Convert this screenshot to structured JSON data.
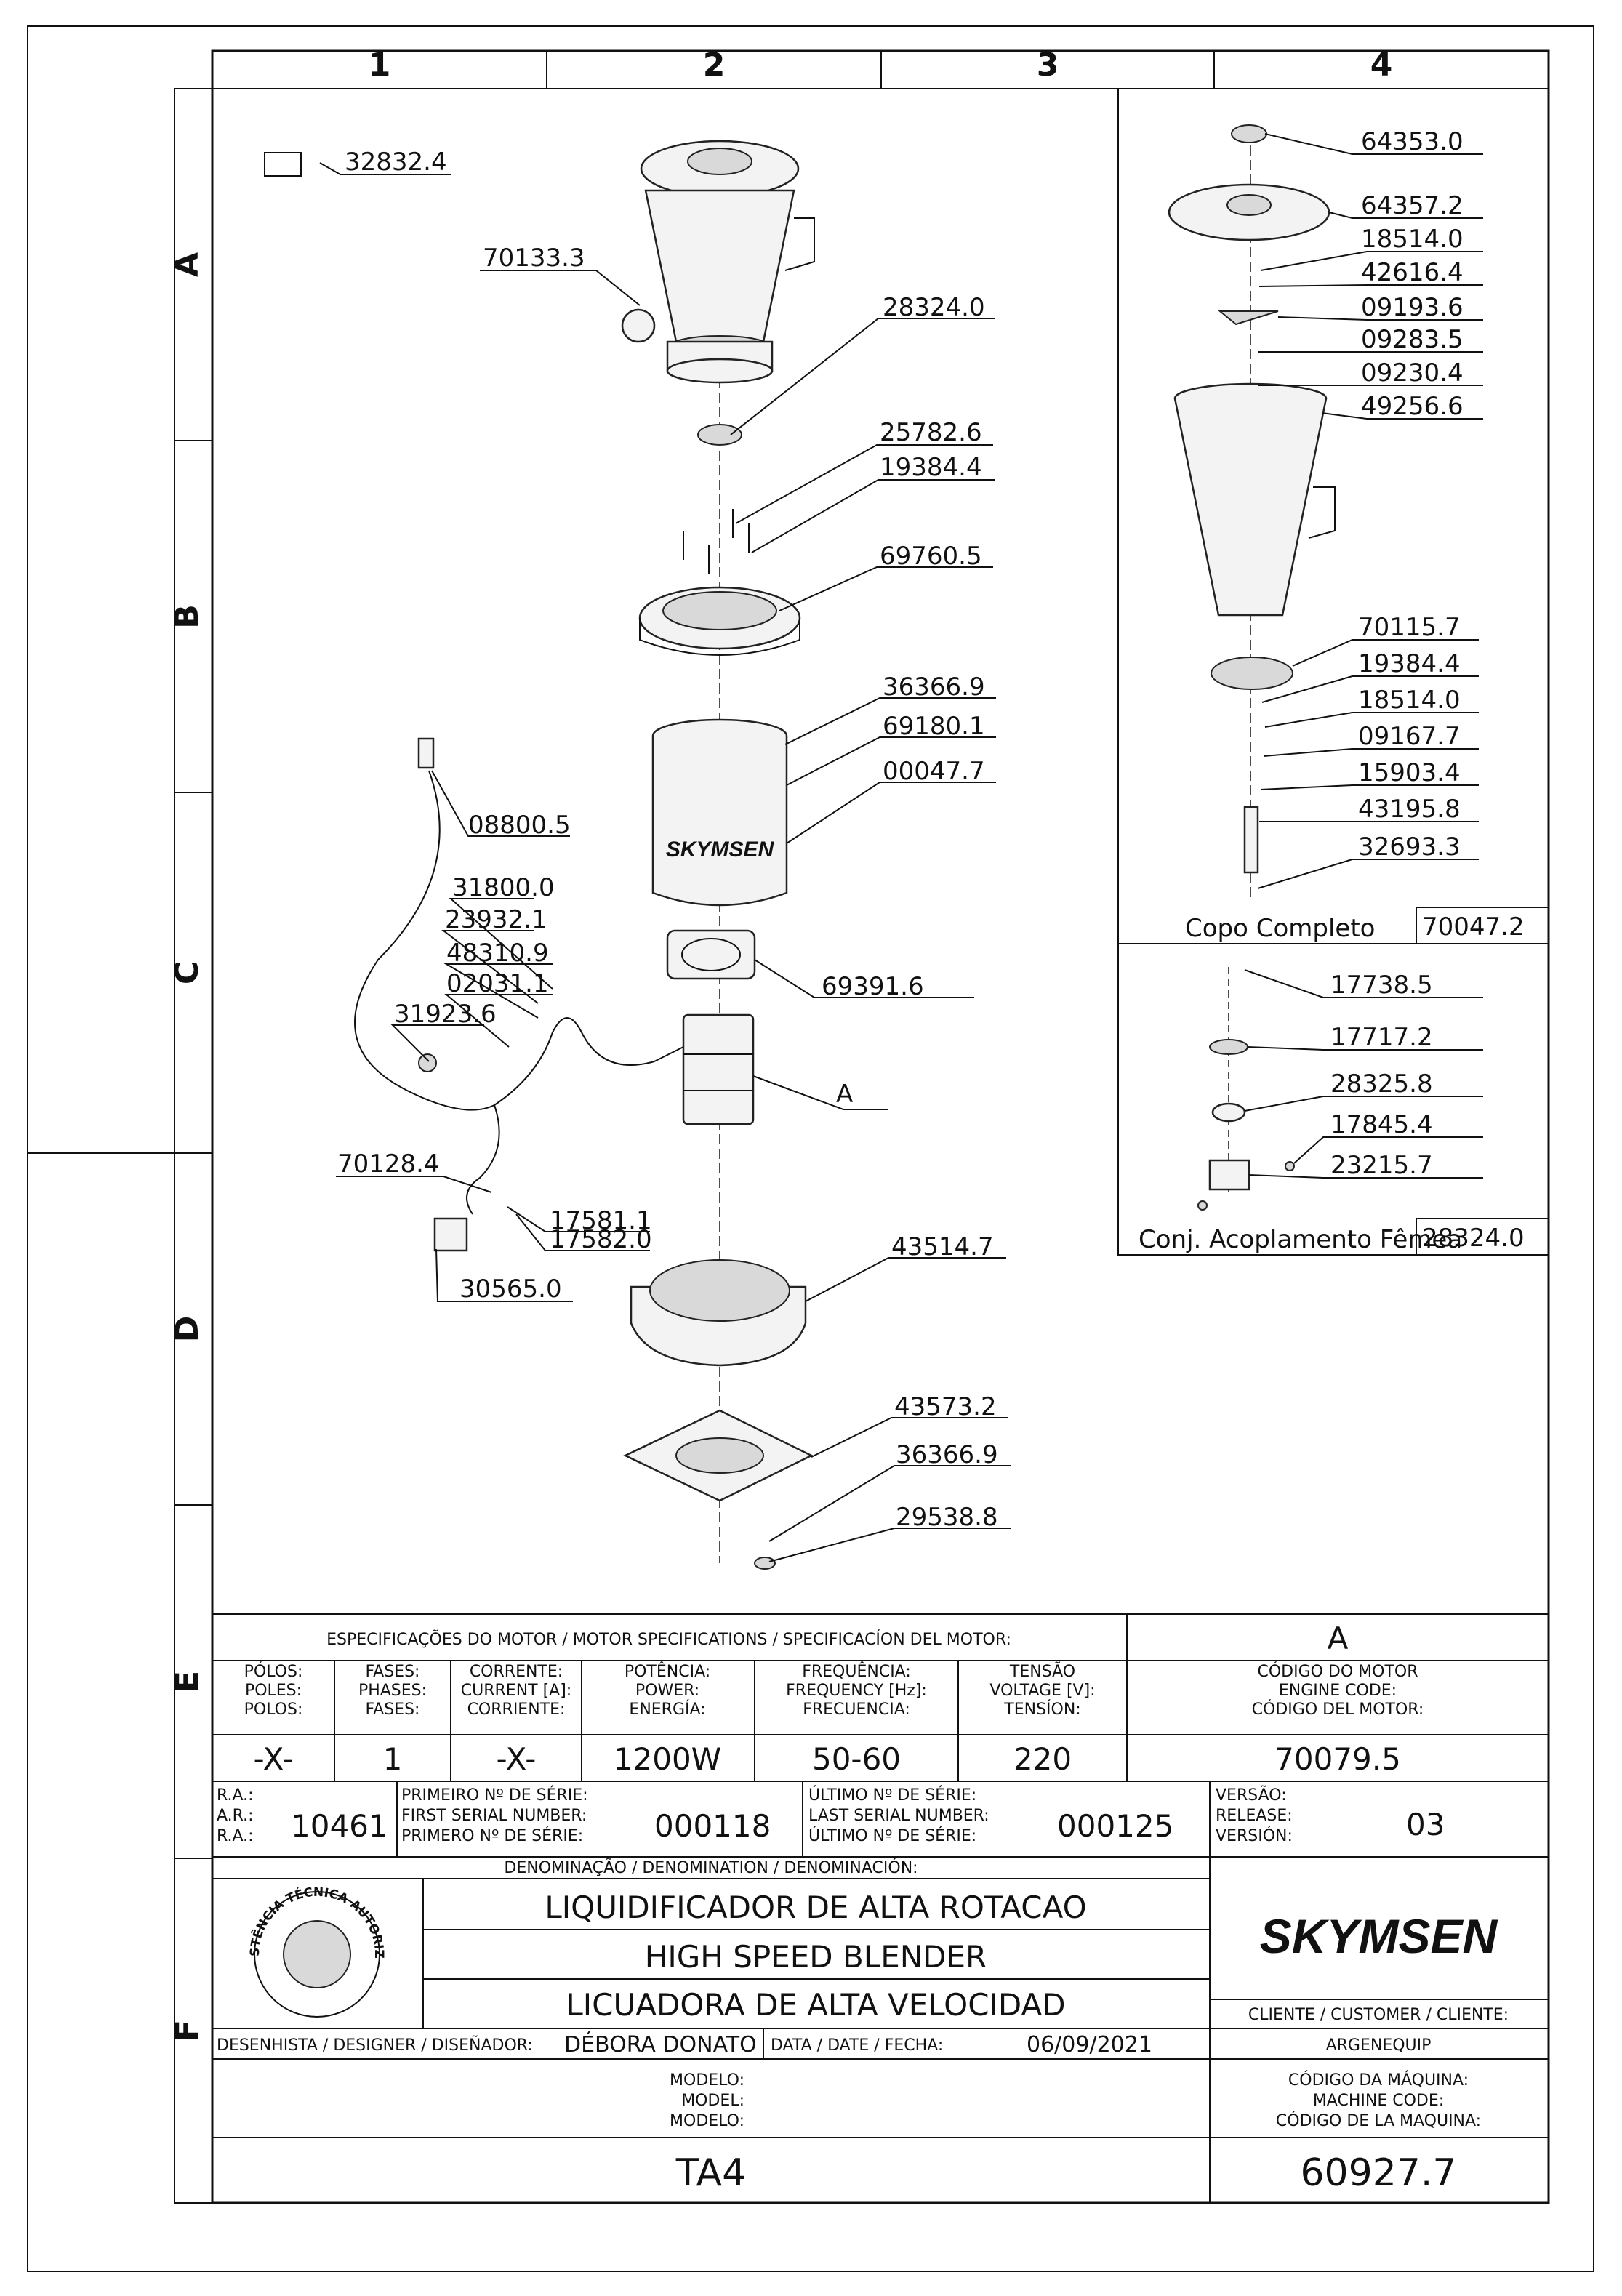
{
  "grid": {
    "columns": [
      "1",
      "2",
      "3",
      "4"
    ],
    "rows": [
      "A",
      "B",
      "C",
      "D",
      "E",
      "F"
    ]
  },
  "main_parts": [
    {
      "code": "32832.4"
    },
    {
      "code": "70133.3"
    },
    {
      "code": "28324.0"
    },
    {
      "code": "25782.6"
    },
    {
      "code": "19384.4"
    },
    {
      "code": "69760.5"
    },
    {
      "code": "36366.9"
    },
    {
      "code": "69180.1"
    },
    {
      "code": "00047.7"
    },
    {
      "code": "08800.5"
    },
    {
      "code": "31800.0"
    },
    {
      "code": "23932.1"
    },
    {
      "code": "48310.9"
    },
    {
      "code": "02031.1"
    },
    {
      "code": "31923.6"
    },
    {
      "code": "69391.6"
    },
    {
      "code": "A"
    },
    {
      "code": "70128.4"
    },
    {
      "code": "17581.1"
    },
    {
      "code": "17582.0"
    },
    {
      "code": "30565.0"
    },
    {
      "code": "43514.7"
    },
    {
      "code": "43573.2"
    },
    {
      "code": "36366.9"
    },
    {
      "code": "29538.8"
    }
  ],
  "copo_parts": [
    {
      "code": "64353.0"
    },
    {
      "code": "64357.2"
    },
    {
      "code": "18514.0"
    },
    {
      "code": "42616.4"
    },
    {
      "code": "09193.6"
    },
    {
      "code": "09283.5"
    },
    {
      "code": "09230.4"
    },
    {
      "code": "49256.6"
    },
    {
      "code": "70115.7"
    },
    {
      "code": "19384.4"
    },
    {
      "code": "18514.0"
    },
    {
      "code": "09167.7"
    },
    {
      "code": "15903.4"
    },
    {
      "code": "43195.8"
    },
    {
      "code": "32693.3"
    }
  ],
  "copo_title": "Copo Completo",
  "copo_code": "70047.2",
  "acop_parts": [
    {
      "code": "17738.5"
    },
    {
      "code": "17717.2"
    },
    {
      "code": "28325.8"
    },
    {
      "code": "17845.4"
    },
    {
      "code": "23215.7"
    }
  ],
  "acop_title": "Conj. Acoplamento Fêmea",
  "acop_code": "28324.0",
  "motor_specs": {
    "title": "ESPECIFICAÇÕES DO MOTOR / MOTOR SPECIFICATIONS / SPECIFICACÍON DEL MOTOR:",
    "motor_letter": "A",
    "headers": [
      [
        "PÓLOS:",
        "POLES:",
        "POLOS:"
      ],
      [
        "FASES:",
        "PHASES:",
        "FASES:"
      ],
      [
        "CORRENTE:",
        "CURRENT [A]:",
        "CORRIENTE:"
      ],
      [
        "POTÊNCIA:",
        "POWER:",
        "ENERGÍA:"
      ],
      [
        "FREQUÊNCIA:",
        "FREQUENCY [Hz]:",
        "FRECUENCIA:"
      ],
      [
        "TENSÃO",
        "VOLTAGE [V]:",
        "TENSÍON:"
      ],
      [
        "CÓDIGO DO MOTOR",
        "ENGINE CODE:",
        "CÓDIGO DEL MOTOR:"
      ]
    ],
    "values": [
      "-X-",
      "1",
      "-X-",
      "1200W",
      "50-60",
      "220",
      "70079.5"
    ]
  },
  "serials": {
    "ra_labels": [
      "R.A.:",
      "A.R.:",
      "R.A.:"
    ],
    "ra_value": "10461",
    "first_labels": [
      "PRIMEIRO Nº DE SÉRIE:",
      "FIRST SERIAL NUMBER:",
      "PRIMERO Nº DE SÉRIE:"
    ],
    "first_value": "000118",
    "last_labels": [
      "ÚLTIMO Nº DE SÉRIE:",
      "LAST SERIAL NUMBER:",
      "ÚLTIMO Nº DE SÉRIE:"
    ],
    "last_value": "000125",
    "version_labels": [
      "VERSÃO:",
      "RELEASE:",
      "VERSIÓN:"
    ],
    "version_value": "03"
  },
  "denomination": {
    "label": "DENOMINAÇÃO / DENOMINATION / DENOMINACIÓN:",
    "pt": "LIQUIDIFICADOR DE ALTA ROTACAO",
    "en": "HIGH SPEED BLENDER",
    "es": "LICUADORA DE ALTA VELOCIDAD"
  },
  "seal_text": "ASSISTÊNCIA TÉCNICA AUTORIZADA",
  "brand": "SKYMSEN",
  "client_label": "CLIENTE / CUSTOMER / CLIENTE:",
  "client_value": "ARGENEQUIP",
  "designer_label": "DESENHISTA / DESIGNER / DISEÑADOR:",
  "designer_value": "DÉBORA DONATO",
  "date_label": "DATA / DATE / FECHA:",
  "date_value": "06/09/2021",
  "model_labels": [
    "MODELO:",
    "MODEL:",
    "MODELO:"
  ],
  "model_value": "TA4",
  "machine_code_labels": [
    "CÓDIGO DA MÁQUINA:",
    "MACHINE CODE:",
    "CÓDIGO DE LA MAQUINA:"
  ],
  "machine_code_value": "60927.7"
}
